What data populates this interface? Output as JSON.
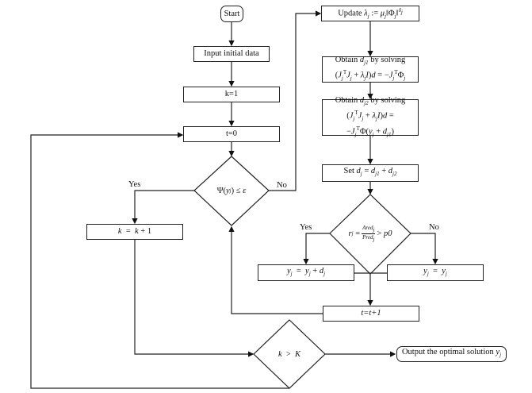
{
  "title": "Algorithm flowchart",
  "nodes": {
    "start": "Start",
    "input": "Input initial data",
    "k_init": "k=1",
    "t_init": "t=0",
    "cond_psi": "Ψ(y_j) ≤ ε",
    "k_increment": "k = k + 1",
    "update_lambda": "Update λ_j := μ_j‖Φ_j‖^δ_j",
    "obtain_d1_line1": "Obtain d_j1 by solving",
    "obtain_d1_line2": "(J_jᵀJ_j + λ_jI)d = −J_jᵀΦ_j",
    "obtain_d2_line1": "Obtain d_j2 by solving",
    "obtain_d2_line2": "(J_jᵀJ_j + λ_jI)d =",
    "obtain_d2_line3": "−J_jᵀΦ(y_j + d_j1)",
    "set_d": "Set d_j = d_j1 + d_j2",
    "cond_ratio": "r_j = Ared_j / Pred_j > p0",
    "update_y": "y_j = y_j + d_j",
    "keep_y": "y_j = y_j",
    "t_increment": "t=t+1",
    "cond_k": "k > K",
    "output": "Output the optimal solution y_j"
  },
  "edge_labels": {
    "psi_yes": "Yes",
    "psi_no": "No",
    "ratio_yes": "Yes",
    "ratio_no": "No"
  },
  "math": {
    "psi": "Ψ",
    "y": "y",
    "j": "j",
    "le": "≤",
    "eps": "ε",
    "k": "k",
    "K": "K",
    "gt": ">",
    "eq": "=",
    "plus": "+",
    "one": "1",
    "lambda": "λ",
    "mu": "μ",
    "Phi": "Φ",
    "delta": "δ",
    "d": "d",
    "J": "J",
    "T": "T",
    "I": "I",
    "r": "r",
    "ared": "Ared",
    "pred": "Pred",
    "p0": "p0",
    "assign": ":=",
    "minus": "−",
    "update_word": "Update",
    "obtain_word": "Obtain",
    "by_solving": "by solving",
    "set_word": "Set",
    "j1": "j1",
    "j2": "j2",
    "output_text": "Output the optimal solution",
    "t_inc": "t=t+1"
  }
}
